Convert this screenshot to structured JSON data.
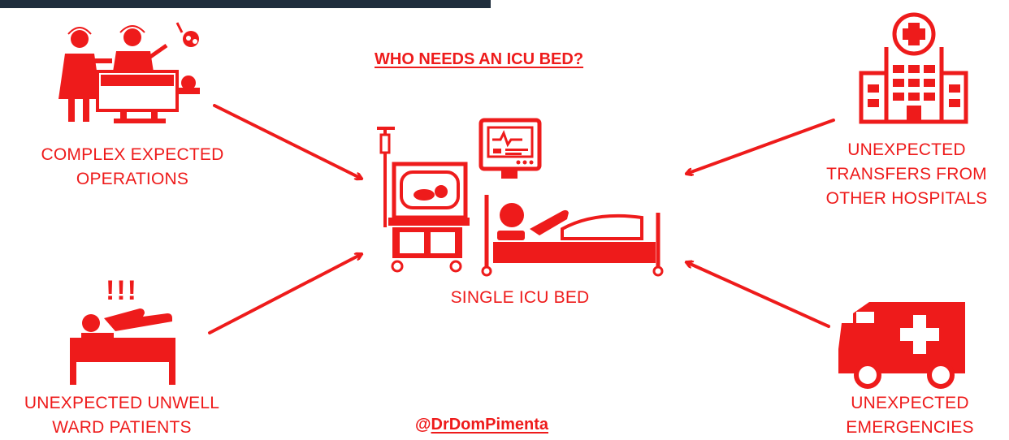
{
  "title": "WHO NEEDS AN ICU BED?",
  "center": {
    "label": "SINGLE ICU BED"
  },
  "sources": {
    "operations": {
      "line1": "COMPLEX EXPECTED",
      "line2": "OPERATIONS",
      "icon": "surgery-team-icon"
    },
    "transfers": {
      "line1": "UNEXPECTED",
      "line2": "TRANSFERS FROM",
      "line3": "OTHER HOSPITALS",
      "icon": "hospital-building-icon"
    },
    "ward": {
      "line1": "UNEXPECTED UNWELL",
      "line2": "WARD PATIENTS",
      "icon": "unwell-patient-bed-icon"
    },
    "emergencies": {
      "line1": "UNEXPECTED",
      "line2": "EMERGENCIES",
      "icon": "ambulance-icon"
    }
  },
  "ward_alert": "!!!",
  "handle": {
    "at": "@",
    "name": "DrDomPimenta"
  },
  "colors": {
    "accent": "#ee1b1b",
    "topbar": "#1f2e3d",
    "background": "#ffffff"
  }
}
